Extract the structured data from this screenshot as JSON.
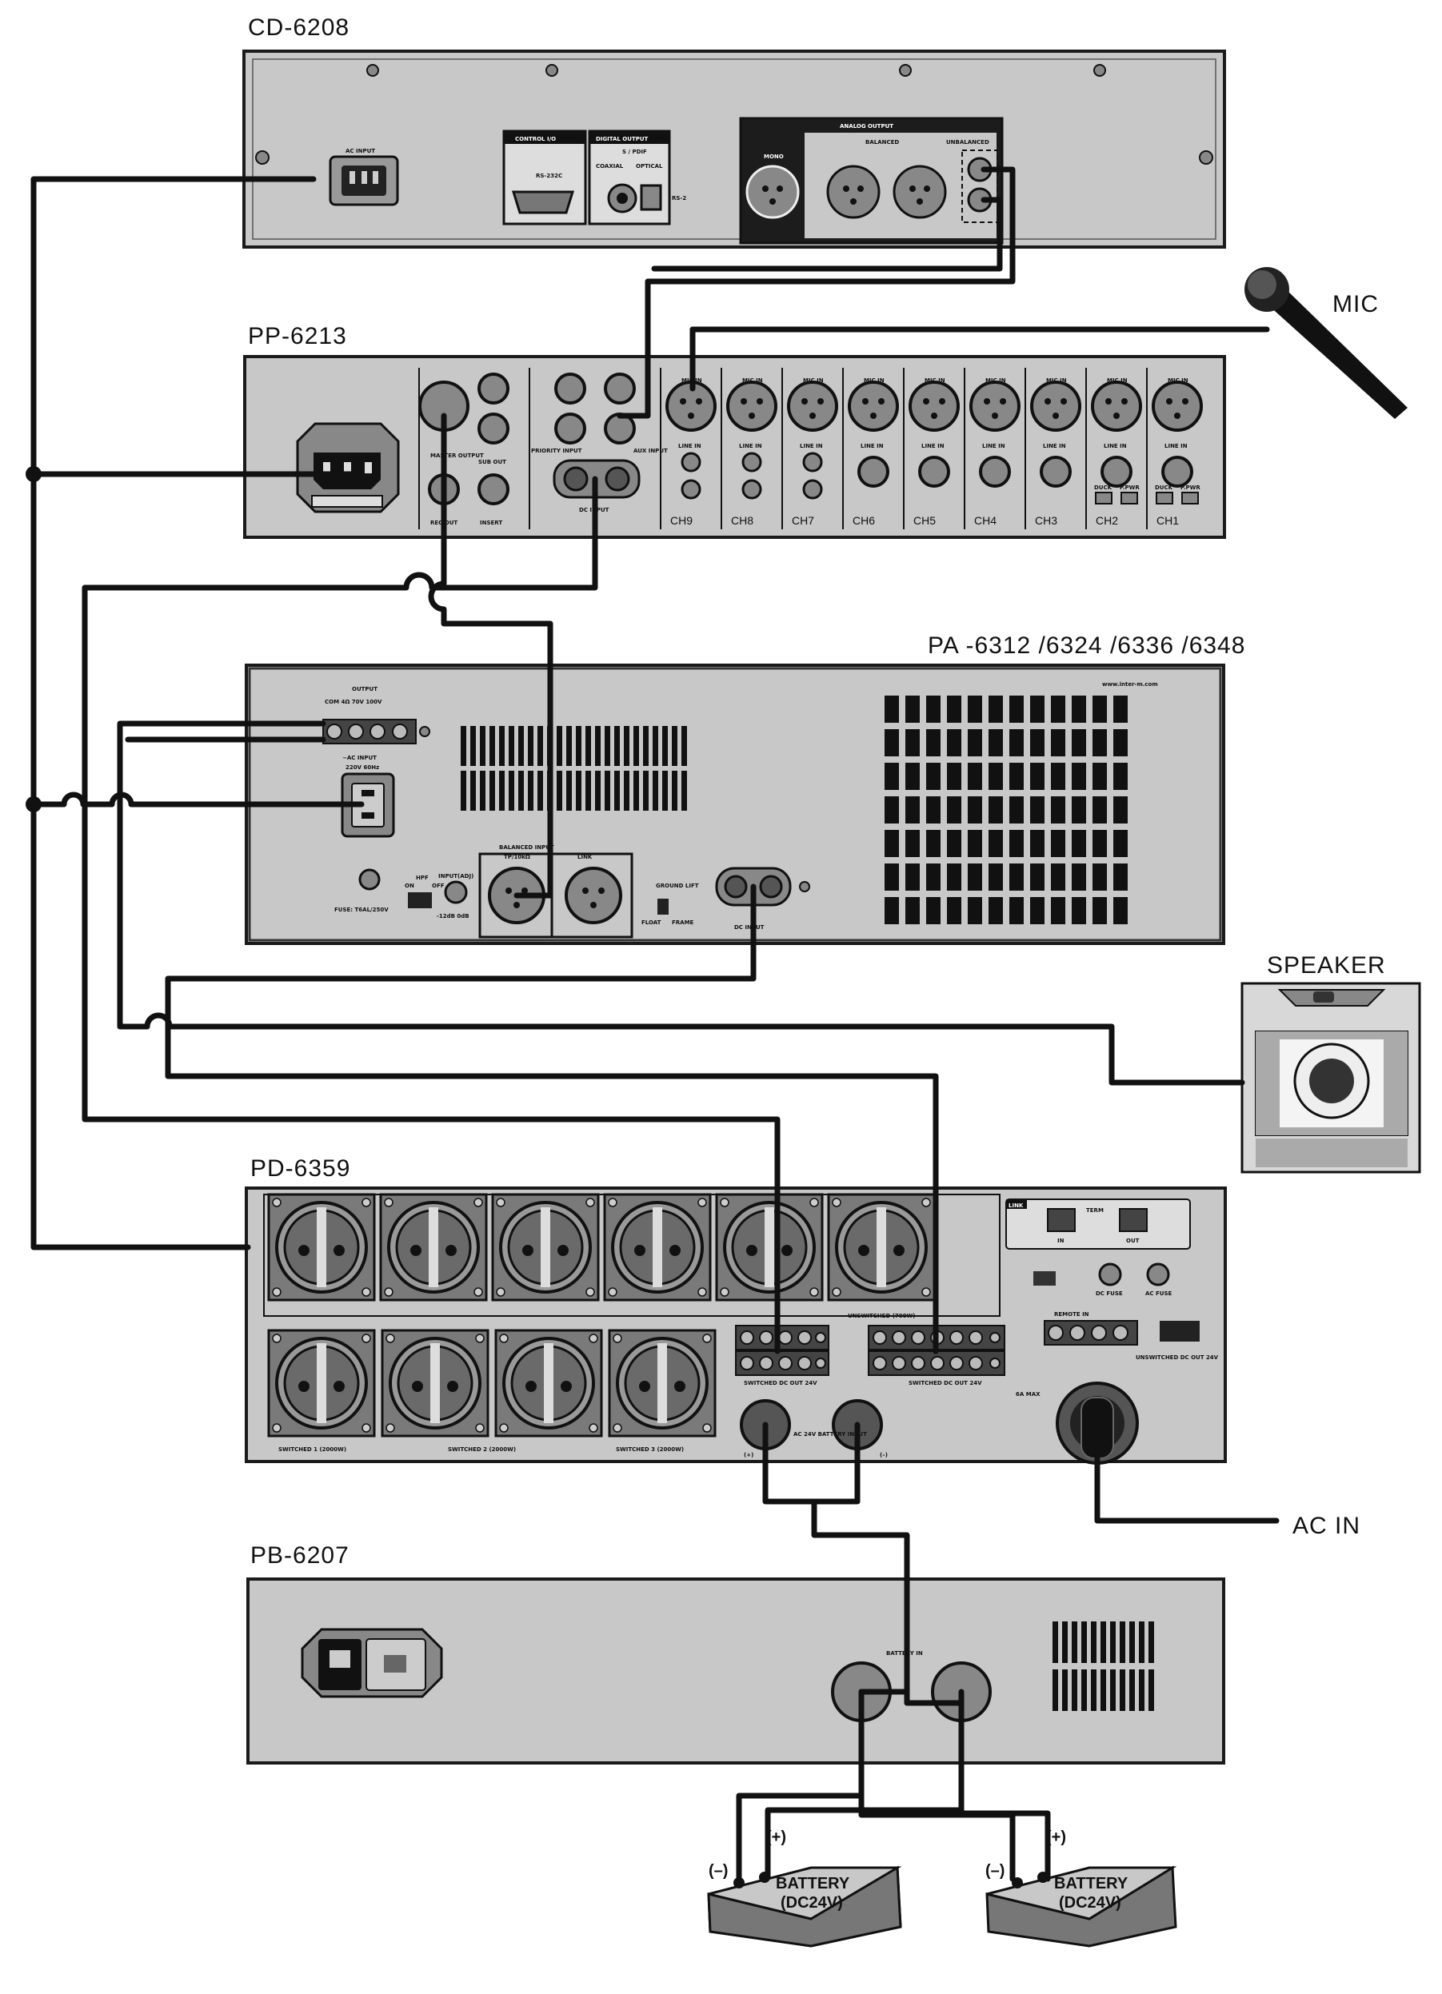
{
  "devices": {
    "cd": {
      "title": "CD-6208",
      "ac_input": "AC INPUT",
      "control_io": "CONTROL I/O",
      "rs232": "RS-232C",
      "digital_output": "DIGITAL OUTPUT",
      "spdif": "S / PDIF",
      "coaxial": "COAXIAL",
      "optical": "OPTICAL",
      "rs2": "RS-2",
      "analog_output": "ANALOG OUTPUT",
      "mono": "MONO",
      "balanced": "BALANCED",
      "unbalanced": "UNBALANCED"
    },
    "pp": {
      "title": "PP-6213",
      "master_output": "MASTER OUTPUT",
      "rec_out": "REC OUT",
      "sub_out": "SUB OUT",
      "insert": "INSERT",
      "priority_input": "PRIORITY INPUT",
      "aux_input": "AUX INPUT",
      "dc_input": "DC INPUT",
      "mic_in": "MIC IN",
      "line_in": "LINE IN",
      "duck": "DUCK",
      "p_pwr": "P.PWR",
      "channels": [
        "CH9",
        "CH8",
        "CH7",
        "CH6",
        "CH5",
        "CH4",
        "CH3",
        "CH2",
        "CH1"
      ]
    },
    "pa": {
      "title": "PA -6312 /6324 /6336 /6348",
      "url": "www.inter-m.com",
      "output": "OUTPUT",
      "output_taps": "COM  4Ω  70V  100V",
      "ac_input": "~AC INPUT",
      "ac_spec": "220V 60Hz",
      "fuse": "FUSE: T6AL/250V",
      "hpf": "HPF",
      "hpf_on": "ON",
      "hpf_off": "OFF",
      "input_adj": "INPUT(ADJ)",
      "input_range": "-12dB  0dB",
      "balanced_input": "BALANCED INPUT",
      "balanced_imp": "TP/10kΩ",
      "link": "LINK",
      "ground_lift": "GROUND LIFT",
      "float": "FLOAT",
      "frame": "FRAME",
      "dc_input": "DC INPUT"
    },
    "speaker": {
      "title": "SPEAKER"
    },
    "mic": {
      "title": "MIC"
    },
    "pd": {
      "title": "PD-6359",
      "link": "LINK",
      "in": "IN",
      "out": "OUT",
      "term": "TERM",
      "unswitched": "UNSWITCHED (700W)",
      "switched_1": "SWITCHED 1 (2000W)",
      "switched_2": "SWITCHED 2 (2000W)",
      "switched_3": "SWITCHED 3 (2000W)",
      "switched_dc_out": "SWITCHED DC OUT 24V",
      "switched_dc_out2": "SWITCHED DC OUT 24V",
      "dc_fuse": "DC FUSE",
      "ac_fuse": "AC FUSE",
      "remote": "REMOTE IN",
      "unswitched_dc": "UNSWITCHED DC OUT 24V",
      "max": "6A MAX",
      "battery_input": "AC 24V BATTERY INPUT",
      "plus": "(+)",
      "minus": "(–)"
    },
    "ac_in": {
      "title": "AC IN"
    },
    "pb": {
      "title": "PB-6207",
      "battery_in": "BATTERY IN"
    },
    "batteries": [
      {
        "label_line1": "BATTERY",
        "label_line2": "(DC24V)",
        "minus": "(–)",
        "plus": "(+)"
      },
      {
        "label_line1": "BATTERY",
        "label_line2": "(DC24V)",
        "minus": "(–)",
        "plus": "(+)"
      }
    ]
  },
  "colors": {
    "panel": "#c8c8c8",
    "panel_dark": "#2a2a2a",
    "outlet": "#7a7a7a",
    "wire": "#111111"
  }
}
